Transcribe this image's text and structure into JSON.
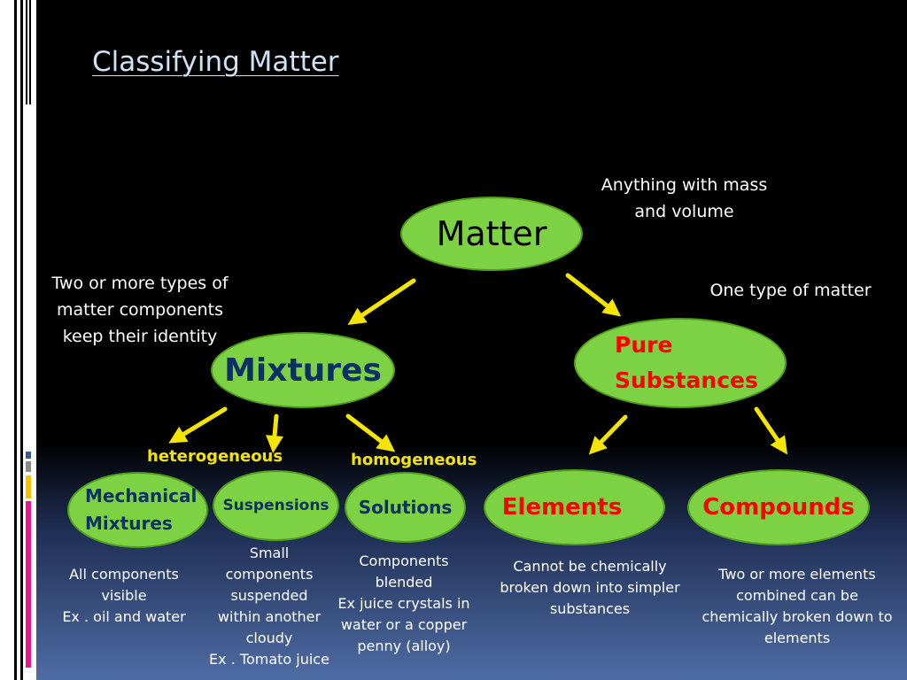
{
  "title": "Classifying Matter",
  "nodes": {
    "matter": "Matter",
    "mixtures": "Mixtures",
    "pure_line1": "Pure",
    "pure_line2": "Substances",
    "mechanical_line1": "Mechanical",
    "mechanical_line2": "Mixtures",
    "suspensions": "Suspensions",
    "solutions": "Solutions",
    "elements": "Elements",
    "compounds": "Compounds"
  },
  "notes": {
    "matter_def_1": "Anything with mass",
    "matter_def_2": "and volume",
    "mixture_def_1": "Two or more types of",
    "mixture_def_2": "matter components",
    "mixture_def_3": "keep their identity",
    "pure_def": "One type of matter"
  },
  "branch_labels": {
    "heterogeneous": "heterogeneous",
    "homogeneous": "homogeneous"
  },
  "descriptions": {
    "mechanical": [
      "All components",
      "visible",
      "Ex . oil and water"
    ],
    "suspensions": [
      "Small",
      "components",
      "suspended",
      "within another",
      "cloudy",
      "Ex .  Tomato juice"
    ],
    "solutions": [
      "Components",
      "blended",
      "Ex  juice crystals in",
      "water  or a copper",
      "penny (alloy)"
    ],
    "elements": [
      "Cannot be chemically",
      "broken down into simpler",
      "substances"
    ],
    "compounds": [
      "Two or more elements",
      "combined  can be",
      "chemically broken down to",
      "elements"
    ]
  },
  "colors": {
    "node_fill": "#7cd242",
    "arrow": "#f4e500",
    "mixture_text": "#0b3066",
    "pure_text": "#ff0000"
  }
}
